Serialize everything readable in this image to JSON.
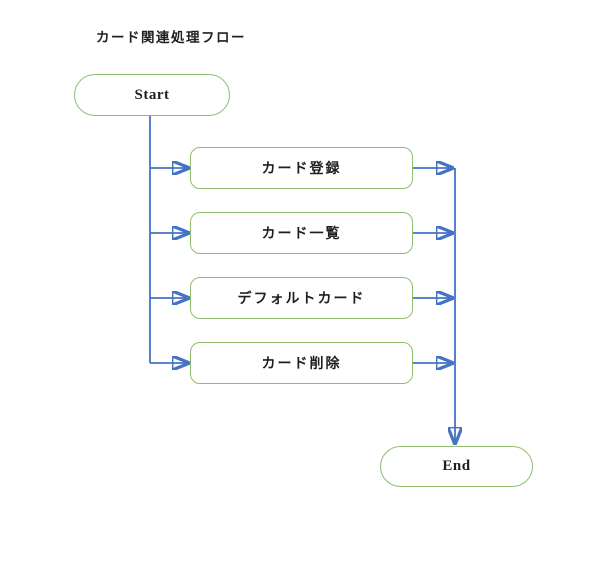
{
  "title": "カード関連処理フロー",
  "colors": {
    "node_border": "#8fbe71",
    "arrow": "#4472c4",
    "text": "#1f1f1f",
    "background": "#ffffff"
  },
  "flowchart": {
    "type": "flowchart",
    "start": {
      "label": "Start",
      "shape": "stadium"
    },
    "processes": [
      {
        "label": "カード登録",
        "shape": "rounded-rect"
      },
      {
        "label": "カード一覧",
        "shape": "rounded-rect"
      },
      {
        "label": "デフォルトカード",
        "shape": "rounded-rect"
      },
      {
        "label": "カード削除",
        "shape": "rounded-rect"
      }
    ],
    "end": {
      "label": "End",
      "shape": "stadium"
    },
    "edges": [
      "Start -> カード登録",
      "Start -> カード一覧",
      "Start -> デフォルトカード",
      "Start -> カード削除",
      "カード登録 -> End",
      "カード一覧 -> End",
      "デフォルトカード -> End",
      "カード削除 -> End"
    ]
  }
}
